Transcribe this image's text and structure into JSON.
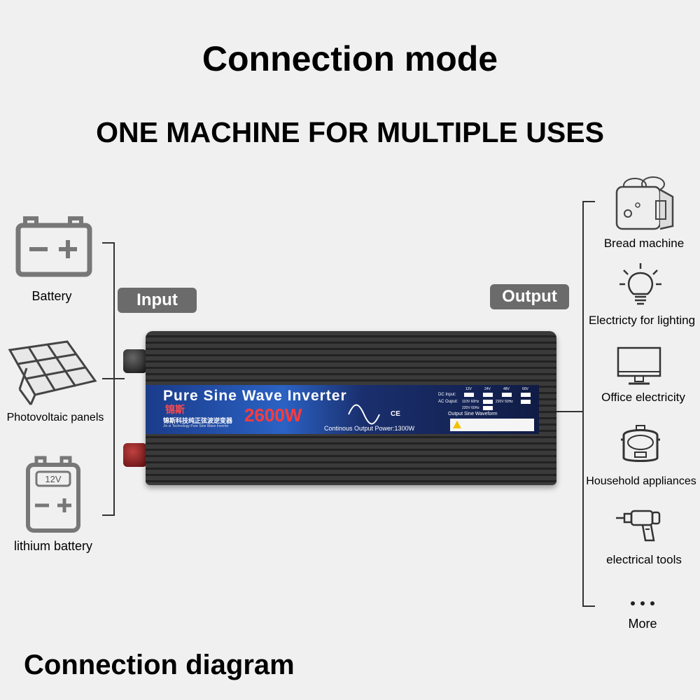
{
  "header": {
    "title": "Connection mode",
    "subtitle": "ONE MACHINE FOR MULTIPLE USES"
  },
  "input": {
    "tag": "Input",
    "items": [
      {
        "label": "Battery",
        "icon": "battery-icon"
      },
      {
        "label": "Photovoltaic panels",
        "icon": "solar-panel-icon"
      },
      {
        "label": "lithium battery",
        "icon": "lithium-battery-icon",
        "badge": "12V"
      }
    ]
  },
  "output": {
    "tag": "Output",
    "items": [
      {
        "label": "Bread machine",
        "icon": "toaster-icon"
      },
      {
        "label": "Electricty for lighting",
        "icon": "lightbulb-icon"
      },
      {
        "label": "Office electricity",
        "icon": "monitor-icon"
      },
      {
        "label": "Household appliances",
        "icon": "rice-cooker-icon"
      },
      {
        "label": "electrical tools",
        "icon": "drill-icon"
      },
      {
        "label": "More",
        "icon": "more-dots-icon"
      }
    ]
  },
  "inverter": {
    "title": "Pure Sine Wave Inverter",
    "brand": "锦斯",
    "brand_line": "锦斯科技纯正弦波逆变器",
    "brand_sub": "Jin si Technology Pure Sine Wave Inverter",
    "power": "2600W",
    "continuous": "Continous Output Power:1300W",
    "dc_input_label": "DC Input:",
    "ac_output_label": "AC Ouput:",
    "dc_options": [
      "12V",
      "24V",
      "48V",
      "60V"
    ],
    "ac_options": [
      "110V 60Hz",
      "220V 50Hz",
      "220V 60Hz"
    ],
    "waveform_label": "Output Sine Waveform",
    "ce_mark": "CE"
  },
  "footer": {
    "title": "Connection diagram"
  },
  "colors": {
    "background": "#f0f0f0",
    "tag_bg": "#6b6b6b",
    "inverter_body": "#2e2e2e",
    "label_panel": "#1d3f8c",
    "terminal_red": "#8e1c1c"
  }
}
